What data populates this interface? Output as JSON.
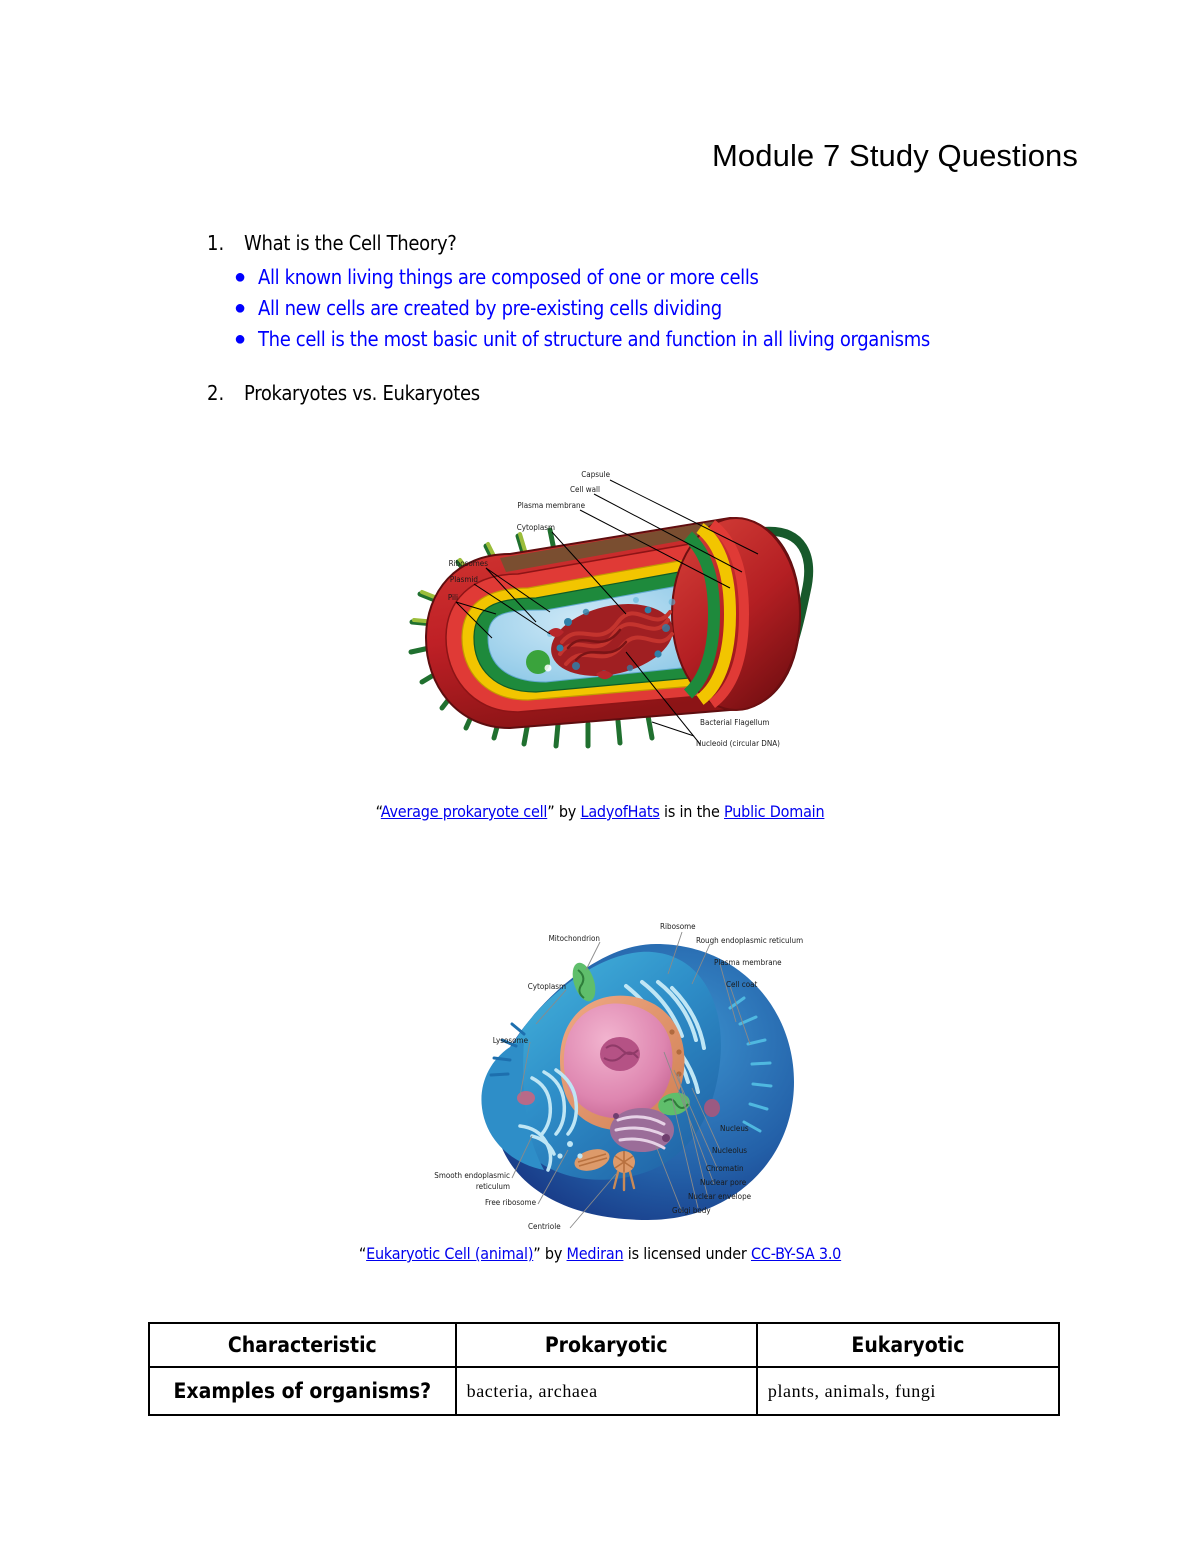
{
  "document": {
    "title": "Module 7 Study Questions"
  },
  "questions": [
    {
      "number": "1.",
      "text": "What is the Cell Theory?",
      "bullets": [
        "All known living things are composed of one or more cells",
        "All new cells are created by pre-existing cells dividing",
        "The cell is the most basic unit of structure and function in all living organisms"
      ],
      "bullet_color": "#0000FF"
    },
    {
      "number": "2.",
      "text": "Prokaryotes vs. Eukaryotes",
      "bullets": []
    }
  ],
  "figures": [
    {
      "id": "prokaryote",
      "alt": "Average prokaryote cell diagram",
      "labels": [
        "Capsule",
        "Cell wall",
        "Plasma membrane",
        "Cytoplasm",
        "Ribosomes",
        "Plasmid",
        "Pili",
        "Bacterial Flagellum",
        "Nucleoid (circular DNA)"
      ],
      "caption": {
        "open_quote": "“",
        "title_link": "Average prokaryote cell",
        "close_quote": "”",
        "by": " by ",
        "author_link": "LadyofHats",
        "middle": " is in the ",
        "license_link": "Public Domain"
      }
    },
    {
      "id": "eukaryote",
      "alt": "Eukaryotic animal cell diagram",
      "labels": [
        "Mitochondrion",
        "Ribosome",
        "Rough endoplasmic reticulum",
        "Plasma membrane",
        "Cell coat",
        "Cytoplasm",
        "Lysosome",
        "Smooth endoplasmic reticulum",
        "Free ribosome",
        "Centriole",
        "Golgi body",
        "Nuclear envelope",
        "Nuclear pore",
        "Chromatin",
        "Nucleolus",
        "Nucleus"
      ],
      "caption": {
        "open_quote": "“",
        "title_link": "Eukaryotic Cell (animal)",
        "close_quote": "”",
        "by": " by ",
        "author_link": "Mediran",
        "middle": " is licensed under ",
        "license_link": "CC-BY-SA 3.0"
      }
    }
  ],
  "table": {
    "headers": [
      "Characteristic",
      "Prokaryotic",
      "Eukaryotic"
    ],
    "rows": [
      {
        "characteristic": "Examples of organisms?",
        "prokaryotic": "bacteria, archaea",
        "eukaryotic": "plants, animals, fungi"
      }
    ]
  },
  "colors": {
    "link": "#0000EE",
    "bullet_text": "#0000FF",
    "prokaryote_capsule": "#C1272D",
    "prokaryote_wall": "#F5C400",
    "prokaryote_membrane": "#1E8A3C",
    "prokaryote_cytoplasm": "#A8D8EF",
    "prokaryote_dna": "#8C1A1A",
    "eukaryote_body": "#2B7FC4",
    "eukaryote_cut": "#1B3C94",
    "eukaryote_nucleus": "#E08AB0"
  }
}
